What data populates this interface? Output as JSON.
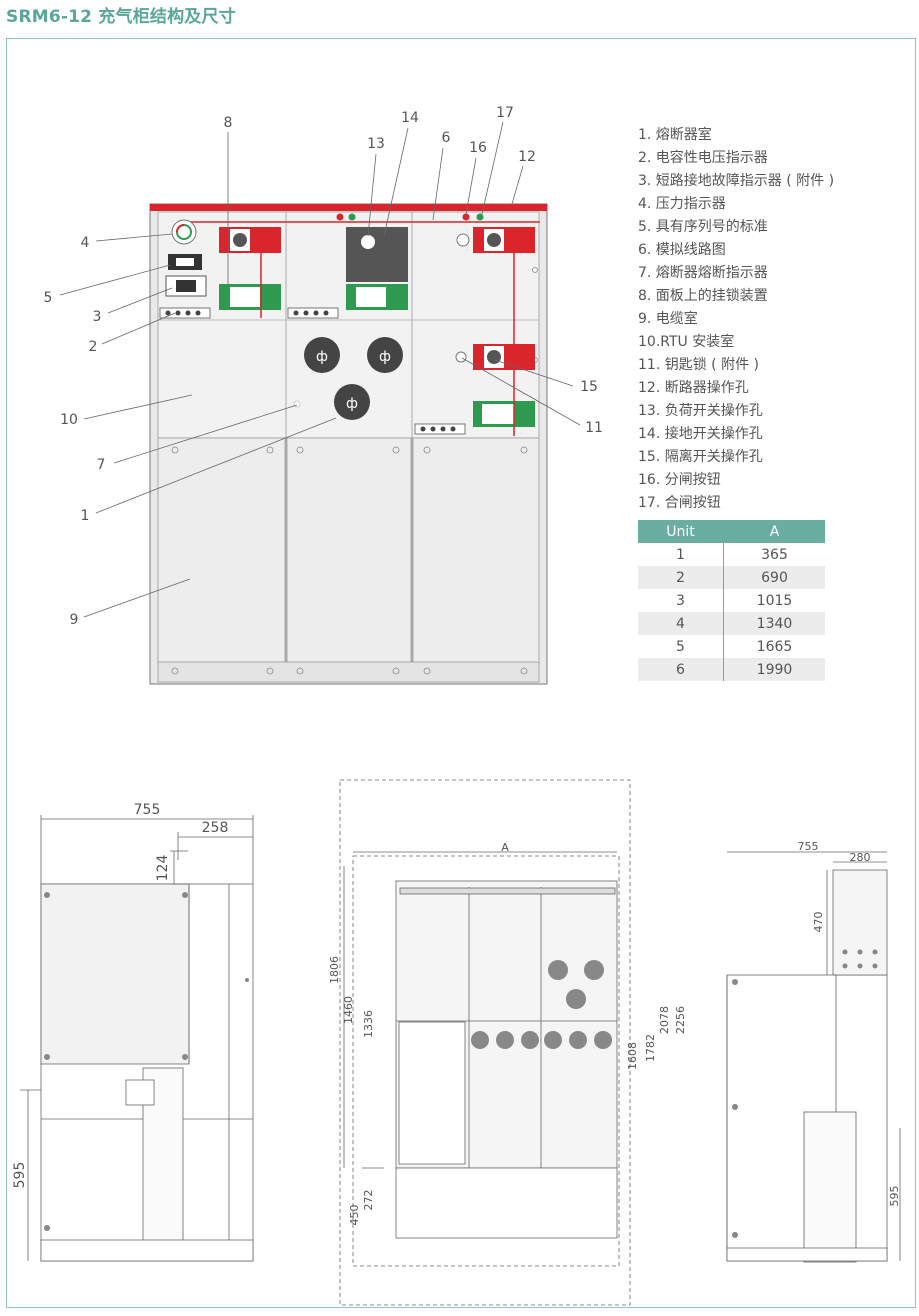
{
  "title": "SRM6-12 充气柜结构及尺寸",
  "callouts": [
    "8",
    "14",
    "13",
    "6",
    "16",
    "17",
    "12",
    "4",
    "5",
    "3",
    "2",
    "10",
    "7",
    "1",
    "9",
    "15",
    "11"
  ],
  "legend": [
    "1. 熔断器室",
    "2. 电容性电压指示器",
    "3. 短路接地故障指示器 ( 附件 )",
    "4. 压力指示器",
    "5. 具有序列号的标准",
    "6. 模拟线路图",
    "7. 熔断器熔断指示器",
    "8. 面板上的挂锁装置",
    "9. 电缆室",
    "10.RTU 安装室",
    "11. 钥匙锁 ( 附件 )",
    "12. 断路器操作孔",
    "13. 负荷开关操作孔",
    "14. 接地开关操作孔",
    "15. 隔离开关操作孔",
    "16. 分闸按钮",
    "17. 合闸按钮"
  ],
  "unit_table": {
    "headers": [
      "Unit",
      "A"
    ],
    "rows": [
      [
        "1",
        "365"
      ],
      [
        "2",
        "690"
      ],
      [
        "3",
        "1015"
      ],
      [
        "4",
        "1340"
      ],
      [
        "5",
        "1665"
      ],
      [
        "6",
        "1990"
      ]
    ]
  },
  "dimensions": {
    "side_left": {
      "width": "755",
      "depth": "258",
      "top": "124",
      "bottom": "595"
    },
    "front": {
      "width": "A",
      "h1": "1806",
      "h2": "1460",
      "h3": "1336",
      "h4": "272",
      "h5": "450",
      "h6": "1608",
      "h7": "1782",
      "h8": "2078",
      "h9": "2256"
    },
    "side_right": {
      "width": "755",
      "depth": "280",
      "top": "470",
      "bottom": "595"
    }
  },
  "colors": {
    "accent": "#6aaea2",
    "red": "#d9252b",
    "green": "#2e9a4f",
    "panel": "#eeeeee",
    "frame_border": "#8fc4ba"
  }
}
